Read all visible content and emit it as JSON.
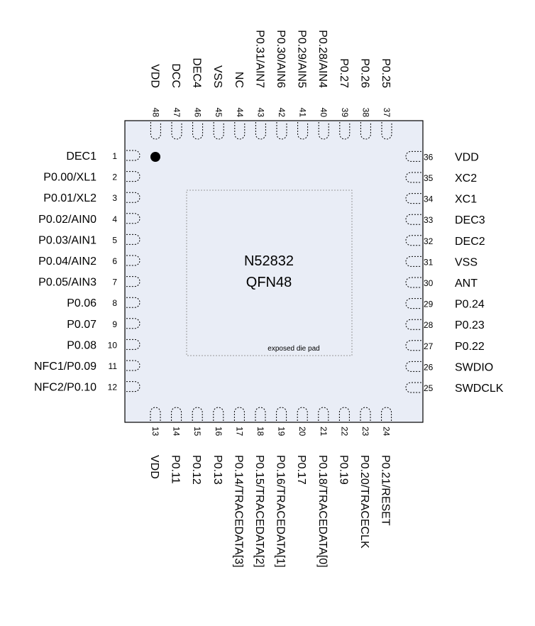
{
  "chip": {
    "name": "N52832",
    "package": "QFN48",
    "die_pad_label": "exposed die pad",
    "body_color": "#e9edf6",
    "border_color": "#000000"
  },
  "pins": {
    "left": [
      {
        "num": "1",
        "name": "DEC1"
      },
      {
        "num": "2",
        "name": "P0.00/XL1"
      },
      {
        "num": "3",
        "name": "P0.01/XL2"
      },
      {
        "num": "4",
        "name": "P0.02/AIN0"
      },
      {
        "num": "5",
        "name": "P0.03/AIN1"
      },
      {
        "num": "6",
        "name": "P0.04/AIN2"
      },
      {
        "num": "7",
        "name": "P0.05/AIN3"
      },
      {
        "num": "8",
        "name": "P0.06"
      },
      {
        "num": "9",
        "name": "P0.07"
      },
      {
        "num": "10",
        "name": "P0.08"
      },
      {
        "num": "11",
        "name": "NFC1/P0.09"
      },
      {
        "num": "12",
        "name": "NFC2/P0.10"
      }
    ],
    "bottom": [
      {
        "num": "13",
        "name": "VDD"
      },
      {
        "num": "14",
        "name": "P0.11"
      },
      {
        "num": "15",
        "name": "P0.12"
      },
      {
        "num": "16",
        "name": "P0.13"
      },
      {
        "num": "17",
        "name": "P0.14/TRACEDATA[3]"
      },
      {
        "num": "18",
        "name": "P0.15/TRACEDATA[2]"
      },
      {
        "num": "19",
        "name": "P0.16/TRACEDATA[1]"
      },
      {
        "num": "20",
        "name": "P0.17"
      },
      {
        "num": "21",
        "name": "P0.18/TRACEDATA[0]"
      },
      {
        "num": "22",
        "name": "P0.19"
      },
      {
        "num": "23",
        "name": "P0.20/TRACECLK"
      },
      {
        "num": "24",
        "name": "P0.21/RESET"
      }
    ],
    "right": [
      {
        "num": "25",
        "name": "SWDCLK"
      },
      {
        "num": "26",
        "name": "SWDIO"
      },
      {
        "num": "27",
        "name": "P0.22"
      },
      {
        "num": "28",
        "name": "P0.23"
      },
      {
        "num": "29",
        "name": "P0.24"
      },
      {
        "num": "30",
        "name": "ANT"
      },
      {
        "num": "31",
        "name": "VSS"
      },
      {
        "num": "32",
        "name": "DEC2"
      },
      {
        "num": "33",
        "name": "DEC3"
      },
      {
        "num": "34",
        "name": "XC1"
      },
      {
        "num": "35",
        "name": "XC2"
      },
      {
        "num": "36",
        "name": "VDD"
      }
    ],
    "top": [
      {
        "num": "37",
        "name": "P0.25"
      },
      {
        "num": "38",
        "name": "P0.26"
      },
      {
        "num": "39",
        "name": "P0.27"
      },
      {
        "num": "40",
        "name": "P0.28/AIN4"
      },
      {
        "num": "41",
        "name": "P0.29/AIN5"
      },
      {
        "num": "42",
        "name": "P0.30/AIN6"
      },
      {
        "num": "43",
        "name": "P0.31/AIN7"
      },
      {
        "num": "44",
        "name": "NC"
      },
      {
        "num": "45",
        "name": "VSS"
      },
      {
        "num": "46",
        "name": "DEC4"
      },
      {
        "num": "47",
        "name": "DCC"
      },
      {
        "num": "48",
        "name": "VDD"
      }
    ]
  }
}
